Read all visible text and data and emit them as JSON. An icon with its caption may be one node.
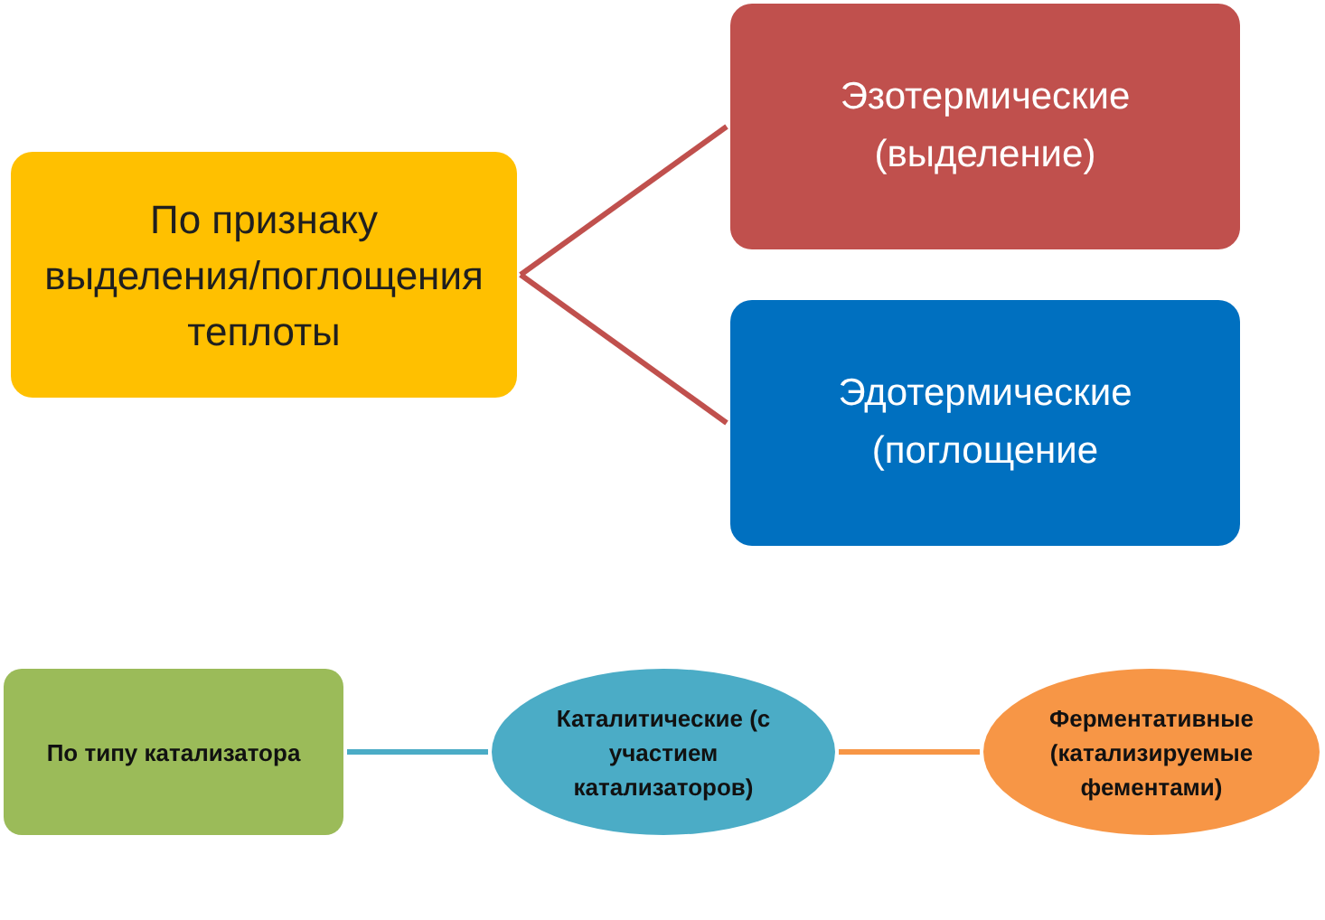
{
  "diagram": {
    "nodes": [
      {
        "text": [
          "По признаку выделения/поглощения теплоты"
        ]
      },
      {
        "text": [
          "Эзотермические (выделение)"
        ]
      },
      {
        "text": [
          "Эдотермические (поглощение"
        ]
      },
      {
        "text": [
          "По типу катализатора"
        ]
      },
      {
        "text": [
          "Каталитические (с участием катализаторов)"
        ]
      },
      {
        "text": [
          "Ферментативные (катализируемые фементами)"
        ]
      }
    ],
    "edges": [
      {
        "from": 0,
        "to": 1,
        "arrow": "none"
      },
      {
        "from": 0,
        "to": 2,
        "arrow": "none"
      },
      {
        "from": 3,
        "to": 4,
        "arrow": "none",
        "color": "#4bacc6"
      },
      {
        "from": 4,
        "to": 5,
        "arrow": "none",
        "color": "#f79646"
      }
    ]
  }
}
